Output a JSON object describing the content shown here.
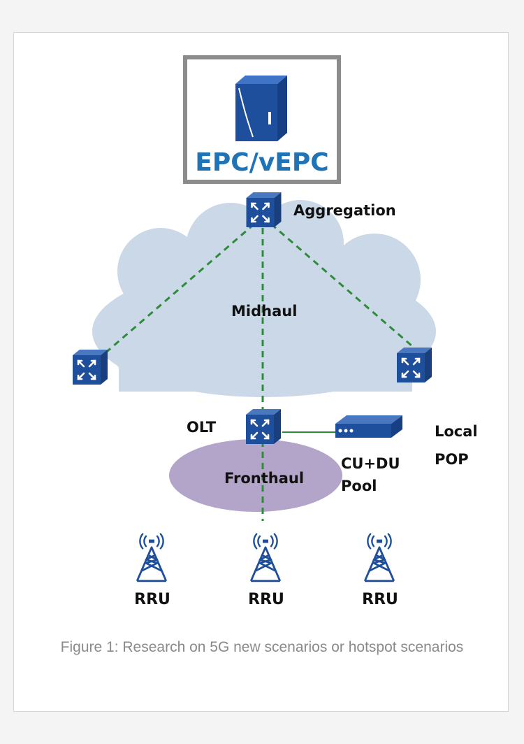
{
  "diagram": {
    "core": {
      "label": "EPC/vEPC"
    },
    "nodes": {
      "aggregation": "Aggregation",
      "midhaul": "Midhaul",
      "olt": "OLT",
      "local_pop_line1": "Local",
      "local_pop_line2": "POP",
      "cu_du_line1": "CU+DU",
      "cu_du_line2": "Pool",
      "fronthaul": "Fronthaul"
    },
    "rru": [
      "RRU",
      "RRU",
      "RRU"
    ],
    "colors": {
      "core_accent": "#1f73b7",
      "switch": "#1e4f9c",
      "cloud": "#cbd8e8",
      "fronthaul_ellipse": "#b3a4c9",
      "link_dashed": "#2e8b3a"
    }
  },
  "caption": "Figure 1: Research on 5G new scenarios or hotspot scenarios"
}
